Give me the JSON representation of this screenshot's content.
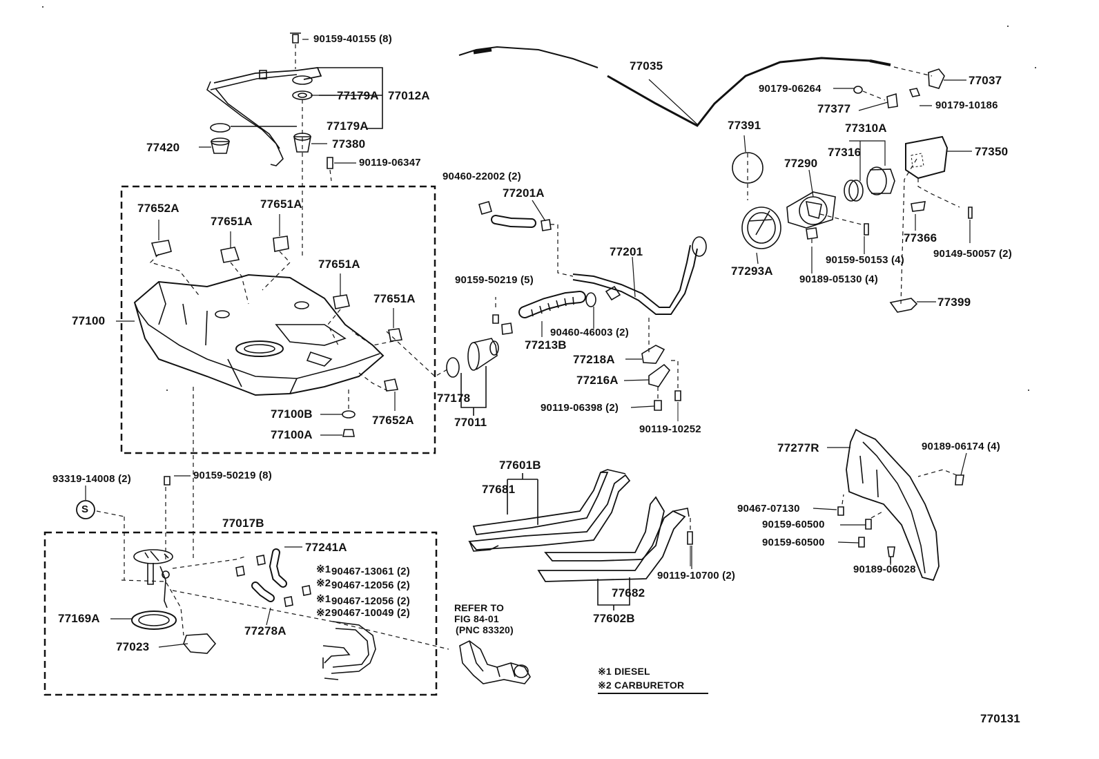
{
  "diagram": {
    "id": "770131",
    "notes": [
      "※1 DIESEL",
      "※2 CARBURETOR"
    ],
    "refer": [
      "REFER TO",
      "FIG 84-01",
      "(PNC 83320)"
    ],
    "parts": [
      "90159-40155 (8)",
      "77179A",
      "77012A",
      "77179A",
      "77420",
      "77380",
      "90119-06347",
      "77035",
      "77037",
      "90179-06264",
      "77377",
      "90179-10186",
      "77391",
      "77310A",
      "77316",
      "77290",
      "77350",
      "77293A",
      "77366",
      "90159-50153 (4)",
      "90189-05130 (4)",
      "90149-50057 (2)",
      "77399",
      "90460-22002 (2)",
      "77201A",
      "77201",
      "90159-50219 (5)",
      "90460-46003 (2)",
      "77213B",
      "77218A",
      "77216A",
      "90119-06398 (2)",
      "90119-10252",
      "77178",
      "77011",
      "77652A",
      "77651A",
      "77651A",
      "77651A",
      "77651A",
      "77100",
      "77100B",
      "77100A",
      "77652A",
      "93319-14008 (2)",
      "90159-50219 (8)",
      "77017B",
      "77241A",
      "90467-13061 (2)",
      "90467-12056 (2)",
      "90467-12056 (2)",
      "90467-10049 (2)",
      "77278A",
      "77169A",
      "77023",
      "77601B",
      "77681",
      "77682",
      "77602B",
      "90119-10700 (2)",
      "77277R",
      "90189-06174 (4)",
      "90467-07130",
      "90159-60500",
      "90159-60500",
      "90189-06028"
    ],
    "markers": [
      "※1",
      "※2",
      "※1",
      "※2"
    ],
    "symbol": "S"
  }
}
